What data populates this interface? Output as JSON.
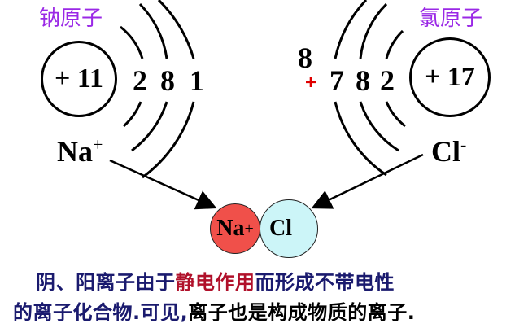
{
  "sodium": {
    "title": "钠原子",
    "nucleus": "+ 11",
    "shells": [
      "2",
      "8",
      "1"
    ],
    "ion_symbol": "Na",
    "ion_charge": "+"
  },
  "chlorine": {
    "title": "氯原子",
    "nucleus": "+ 17",
    "shells": [
      "7",
      "8",
      "2"
    ],
    "gained_electron_note": "8",
    "gained_plus": "+",
    "ion_symbol": "Cl",
    "ion_charge": "-"
  },
  "compound": {
    "cation_symbol": "Na",
    "cation_charge": "+",
    "anion_symbol": "Cl",
    "anion_charge": "—",
    "cation_color": "#f0504a",
    "anion_color": "#ccf5f8"
  },
  "caption": {
    "line1_part1": "阴、阳离子由于",
    "line1_highlight": "静电作用",
    "line1_part2": "而形成不带电性",
    "line2_part1": "的离子化合物.可见,",
    "line2_part2": "离子也是构成物质的离子."
  }
}
